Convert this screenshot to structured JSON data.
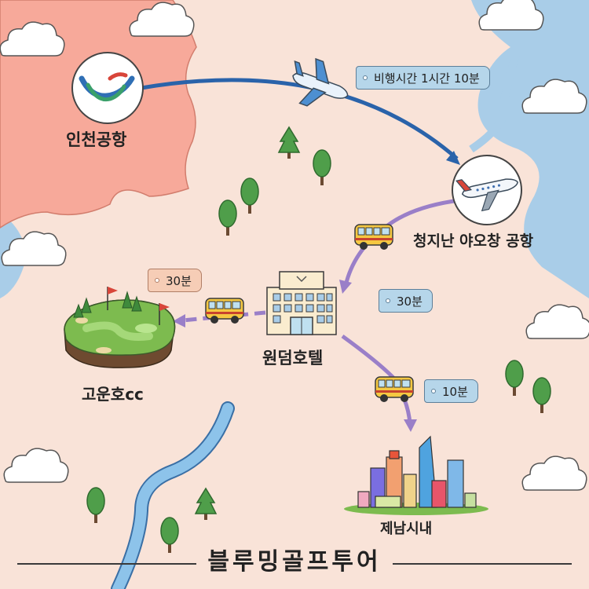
{
  "places": {
    "incheon": "인천공항",
    "yaochang": "청지난 야오창 공항",
    "hotel": "원덤호텔",
    "golf": "고운호cc",
    "downtown": "제남시내"
  },
  "durations": {
    "flight": "비행시간 1시간 10분",
    "to_golf": "30분",
    "airport_to_hotel": "30분",
    "to_downtown": "10분"
  },
  "footer_title": "블루밍골프투어",
  "colors": {
    "land": "#f9e3d8",
    "origin_region": "#f7a99a",
    "water": "#a9cde8",
    "flight_route": "#2a63aa",
    "bus_route": "#9a7fc8",
    "tag_fill": "#b6d6ea",
    "tag_peach": "#f6cdb6"
  },
  "icons": [
    "airline-logo-icon",
    "airplane-icon",
    "bus-icon",
    "hotel-building-icon",
    "golf-course-icon",
    "city-skyline-icon",
    "tree-icon",
    "cloud-icon",
    "river"
  ]
}
